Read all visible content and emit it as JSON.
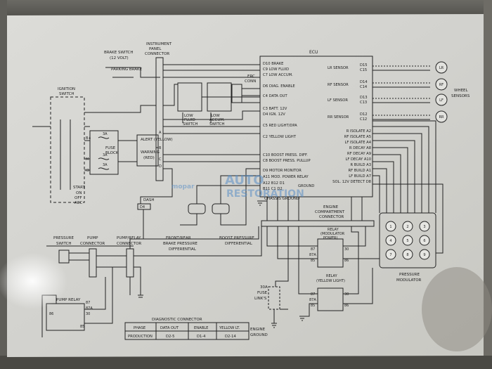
{
  "ecu": {
    "title": "ECU",
    "pins_left": [
      "D10 BRAKE",
      "C9 LOW FLUID",
      "C7 LOW ACCUM.",
      "D6 DIAG. ENABLE",
      "C4 DATA OUT",
      "C3 BATT. 12V",
      "D4 IGN. 12V",
      "C5 RED LIGHT/DPA",
      "C2 YELLOW LIGHT",
      "C10 BOOST PRESS. DIFF.",
      "C8 BOOST PRESS. PULLUP",
      "D9 MOTOR MONITOR",
      "A11 MOD. POWER RELAY",
      "A12 B12 D1",
      "B11 C1 D2",
      "GROUND"
    ],
    "pins_right": [
      "R ISOLATE A2",
      "RF ISOLATE A5",
      "LF ISOLATE A4",
      "R DECAY A8",
      "RF DECAY A9",
      "LF DECAY A10",
      "R BUILD A3",
      "RF BUILD A1",
      "LF BUILD A7",
      "SOL. 12V DETECT D8"
    ],
    "sensor_pins": [
      {
        "label": "LR SENSOR",
        "pins": [
          "D15",
          "C15"
        ],
        "wheel": "LR"
      },
      {
        "label": "RF SENSOR",
        "pins": [
          "D14",
          "C14"
        ],
        "wheel": "RF"
      },
      {
        "label": "LF SENSOR",
        "pins": [
          "D13",
          "C13"
        ],
        "wheel": "LF"
      },
      {
        "label": "RR SENSOR",
        "pins": [
          "D12",
          "C12"
        ],
        "wheel": "RR"
      }
    ]
  },
  "labels": {
    "ignition_switch": [
      "IGNITION",
      "SWITCH"
    ],
    "brake_switch": [
      "BRAKE SWITCH",
      "(12 VOLT)"
    ],
    "parking_brake": "PARKING BRAKE",
    "instrument_panel_connector": [
      "INSTRUMENT",
      "PANEL",
      "CONNECTOR"
    ],
    "erc_conn": [
      "ERC",
      "CONN"
    ],
    "low_fluid_switch": [
      "LOW",
      "FLUID",
      "SWITCH"
    ],
    "low_accum_switch": [
      "LOW",
      "ACCUM.",
      "SWITCH"
    ],
    "fuse_block": [
      "FUSE",
      "BLOCK"
    ],
    "alert_yellow": "ALERT (YELLOW)",
    "warning_red": [
      "WARNING",
      "(RED)"
    ],
    "start_on": [
      "START",
      "ON",
      "OFF",
      "ACC"
    ],
    "dash": "DASH",
    "dash_pin": "D4",
    "front_rear": [
      "FRONT/REAR",
      "BRAKE PRESSURE",
      "DIFFERENTIAL"
    ],
    "boost_pressure": [
      "BOOST PRESSURE",
      "DIFFERENTIAL"
    ],
    "chassis_ground": "CHASSIS GROUND",
    "engine_compartment_connector": [
      "ENGINE",
      "COMPARTMENT",
      "CONNECTOR"
    ],
    "relay_modulator": [
      "RELAY",
      "(MODULATOR",
      "POWER)"
    ],
    "relay_yellow": [
      "RELAY",
      "(YELLOW LIGHT)"
    ],
    "pressure_modulator": [
      "PRESSURE",
      "MODULATOR"
    ],
    "pressure_switch": [
      "PRESSURE",
      "SWITCH"
    ],
    "pump_connector": [
      "PUMP",
      "CONNECTOR"
    ],
    "pump_relay_connector": [
      "PUMP/RELAY",
      "CONNECTOR"
    ],
    "pump_relay": "PUMP RELAY",
    "fuse_30a": [
      "30A",
      "FUSE",
      "LINK'S"
    ],
    "engine_ground": [
      "ENGINE",
      "GROUND"
    ],
    "wheel_sensors": [
      "WHEEL",
      "SENSORS"
    ],
    "relay_pins": [
      "87",
      "87A",
      "85",
      "86",
      "30"
    ],
    "fuse_ratings": [
      "3A",
      "3A",
      "3A"
    ],
    "ign_terminals": [
      "B+",
      "M",
      "I3",
      "A",
      "B",
      "C",
      "D"
    ],
    "pump_relay_pins": [
      "87",
      "87A",
      "30",
      "86",
      "85"
    ]
  },
  "diagnostic_table": {
    "title": "DIAGNOSTIC CONNECTOR",
    "headers": [
      "PHASE",
      "DATA OUT",
      "ENABLE",
      "YELLOW LT."
    ],
    "rows": [
      [
        "PRODUCTION",
        "D2-5",
        "D1-4",
        "D2-14"
      ]
    ]
  },
  "modulator_buttons": [
    "1",
    "2",
    "3",
    "4",
    "5",
    "6",
    "7",
    "8",
    "9"
  ],
  "watermark": [
    "AUTO",
    "RESTORATION",
    "mopar"
  ]
}
